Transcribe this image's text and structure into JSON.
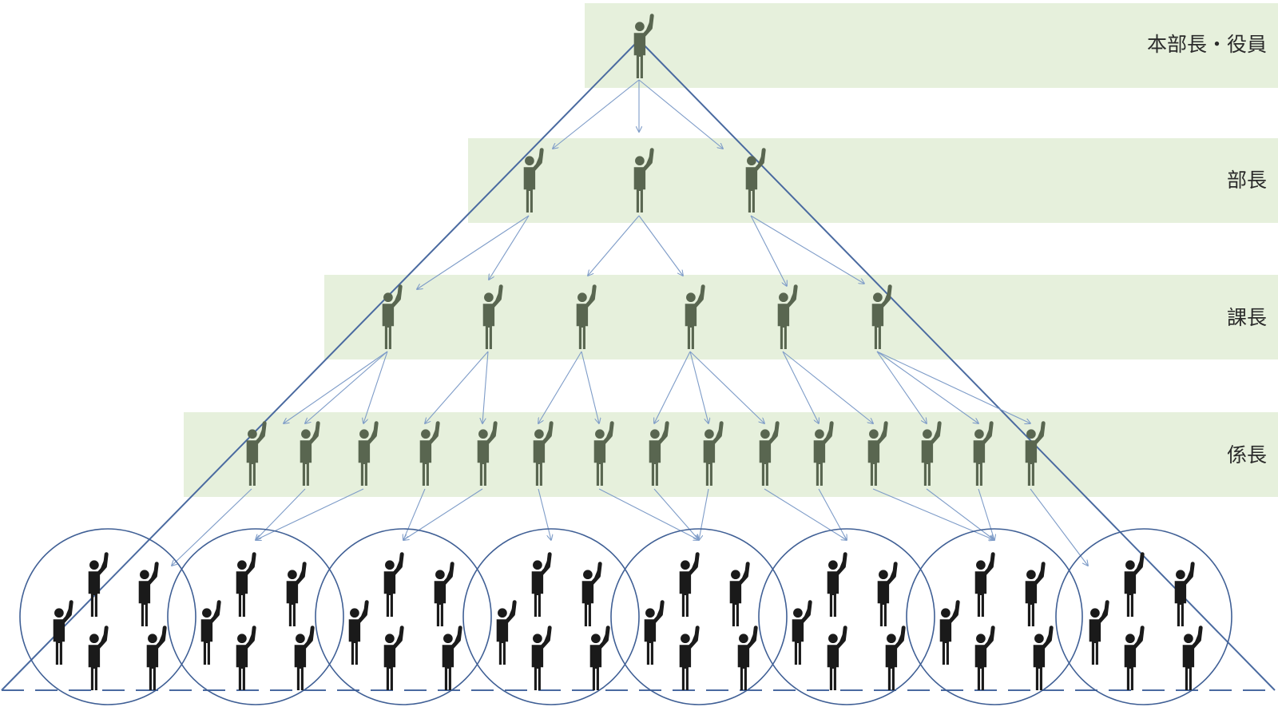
{
  "levels": [
    {
      "key": "executive",
      "label": "本部長・役員"
    },
    {
      "key": "general-manager",
      "label": "部長"
    },
    {
      "key": "section-manager",
      "label": "課長"
    },
    {
      "key": "chief",
      "label": "係長"
    }
  ],
  "structure": {
    "executive_count": 1,
    "general_manager_count": 3,
    "section_manager_count": 6,
    "chief_count": 15,
    "staff_groups": 8,
    "staff_per_group": 5
  },
  "colors": {
    "band": "#e6f0dc",
    "manager_figure": "#596650",
    "staff_figure": "#1a1a1a",
    "lines": "#4a6aa0",
    "arrows": "#7e9cc8"
  },
  "icons": {
    "manager": "person-raising-hand-icon",
    "staff": "person-raising-hand-icon"
  }
}
